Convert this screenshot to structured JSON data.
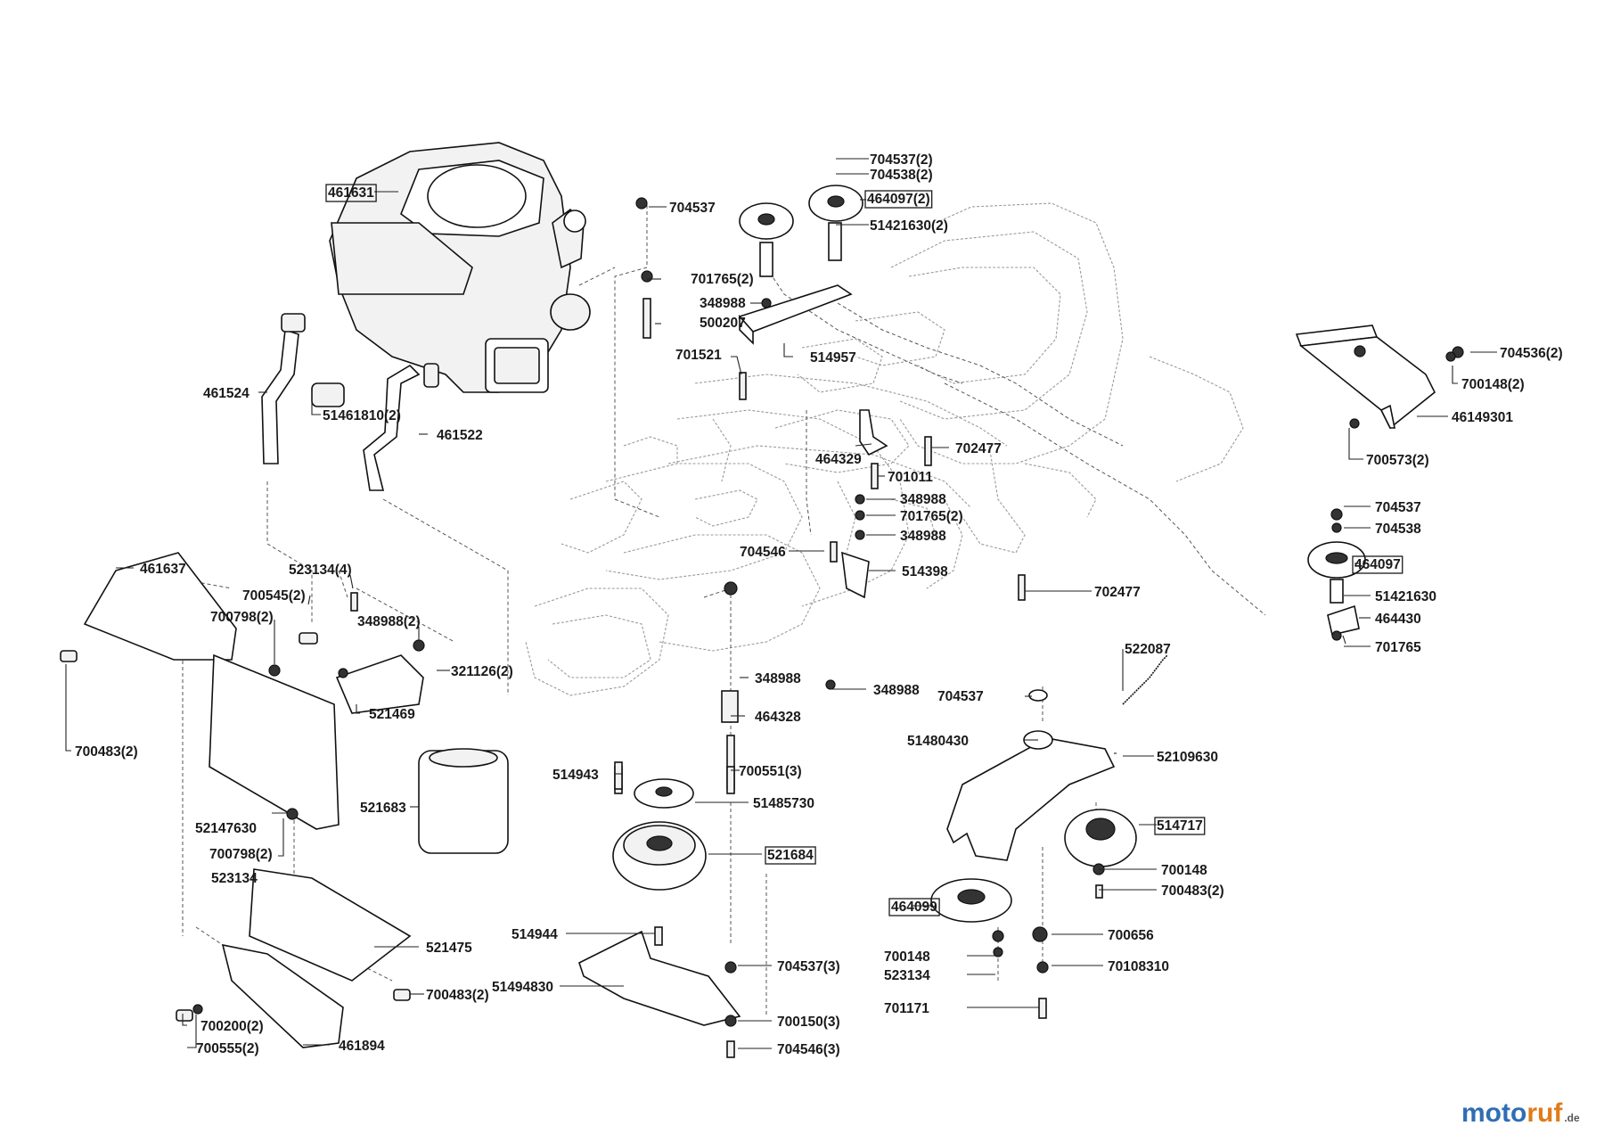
{
  "labels": [
    {
      "text": "461631",
      "boxed": true
    },
    {
      "text": "704537(2)",
      "boxed": false
    },
    {
      "text": "704538(2)",
      "boxed": false
    },
    {
      "text": "464097(2)",
      "boxed": true
    },
    {
      "text": "704537",
      "boxed": false
    },
    {
      "text": "51421630(2)",
      "boxed": false
    },
    {
      "text": "701765(2)",
      "boxed": false
    },
    {
      "text": "348988",
      "boxed": false
    },
    {
      "text": "500207",
      "boxed": false
    },
    {
      "text": "701521",
      "boxed": false
    },
    {
      "text": "514957",
      "boxed": false
    },
    {
      "text": "461524",
      "boxed": false
    },
    {
      "text": "51461810(2)",
      "boxed": false
    },
    {
      "text": "461522",
      "boxed": false
    },
    {
      "text": "704536(2)",
      "boxed": false
    },
    {
      "text": "700148(2)",
      "boxed": false
    },
    {
      "text": "46149301",
      "boxed": false
    },
    {
      "text": "700573(2)",
      "boxed": false
    },
    {
      "text": "464329",
      "boxed": false
    },
    {
      "text": "702477",
      "boxed": false
    },
    {
      "text": "701011",
      "boxed": false
    },
    {
      "text": "348988",
      "boxed": false
    },
    {
      "text": "701765(2)",
      "boxed": false
    },
    {
      "text": "348988",
      "boxed": false
    },
    {
      "text": "704537",
      "boxed": false
    },
    {
      "text": "704538",
      "boxed": false
    },
    {
      "text": "464097",
      "boxed": true
    },
    {
      "text": "51421630",
      "boxed": false
    },
    {
      "text": "464430",
      "boxed": false
    },
    {
      "text": "701765",
      "boxed": false
    },
    {
      "text": "704546",
      "boxed": false
    },
    {
      "text": "514398",
      "boxed": false
    },
    {
      "text": "702477",
      "boxed": false
    },
    {
      "text": "461637",
      "boxed": false
    },
    {
      "text": "523134(4)",
      "boxed": false
    },
    {
      "text": "700545(2)",
      "boxed": false
    },
    {
      "text": "700798(2)",
      "boxed": false
    },
    {
      "text": "348988(2)",
      "boxed": false
    },
    {
      "text": "321126(2)",
      "boxed": false
    },
    {
      "text": "521469",
      "boxed": false
    },
    {
      "text": "700483(2)",
      "boxed": false
    },
    {
      "text": "522087",
      "boxed": false
    },
    {
      "text": "348988",
      "boxed": false
    },
    {
      "text": "348988",
      "boxed": false
    },
    {
      "text": "704537",
      "boxed": false
    },
    {
      "text": "464328",
      "boxed": false
    },
    {
      "text": "51480430",
      "boxed": false
    },
    {
      "text": "52109630",
      "boxed": false
    },
    {
      "text": "514943",
      "boxed": false
    },
    {
      "text": "700551(3)",
      "boxed": false
    },
    {
      "text": "521683",
      "boxed": false
    },
    {
      "text": "51485730",
      "boxed": false
    },
    {
      "text": "52147630",
      "boxed": false
    },
    {
      "text": "514717",
      "boxed": true
    },
    {
      "text": "700798(2)",
      "boxed": false
    },
    {
      "text": "521684",
      "boxed": true
    },
    {
      "text": "700148",
      "boxed": false
    },
    {
      "text": "700483(2)",
      "boxed": false
    },
    {
      "text": "523134",
      "boxed": false
    },
    {
      "text": "464099",
      "boxed": true
    },
    {
      "text": "514944",
      "boxed": false
    },
    {
      "text": "700656",
      "boxed": false
    },
    {
      "text": "521475",
      "boxed": false
    },
    {
      "text": "700148",
      "boxed": false
    },
    {
      "text": "704537(3)",
      "boxed": false
    },
    {
      "text": "523134",
      "boxed": false
    },
    {
      "text": "70108310",
      "boxed": false
    },
    {
      "text": "51494830",
      "boxed": false
    },
    {
      "text": "700483(2)",
      "boxed": false
    },
    {
      "text": "700150(3)",
      "boxed": false
    },
    {
      "text": "701171",
      "boxed": false
    },
    {
      "text": "704546(3)",
      "boxed": false
    },
    {
      "text": "700200(2)",
      "boxed": false
    },
    {
      "text": "461894",
      "boxed": false
    },
    {
      "text": "700555(2)",
      "boxed": false
    }
  ],
  "logo": {
    "text_a": "moto",
    "text_b": "ruf",
    "suffix": ".de"
  },
  "colors": {
    "logo_blue": "#2f6db5",
    "logo_orange": "#e07b1a"
  }
}
